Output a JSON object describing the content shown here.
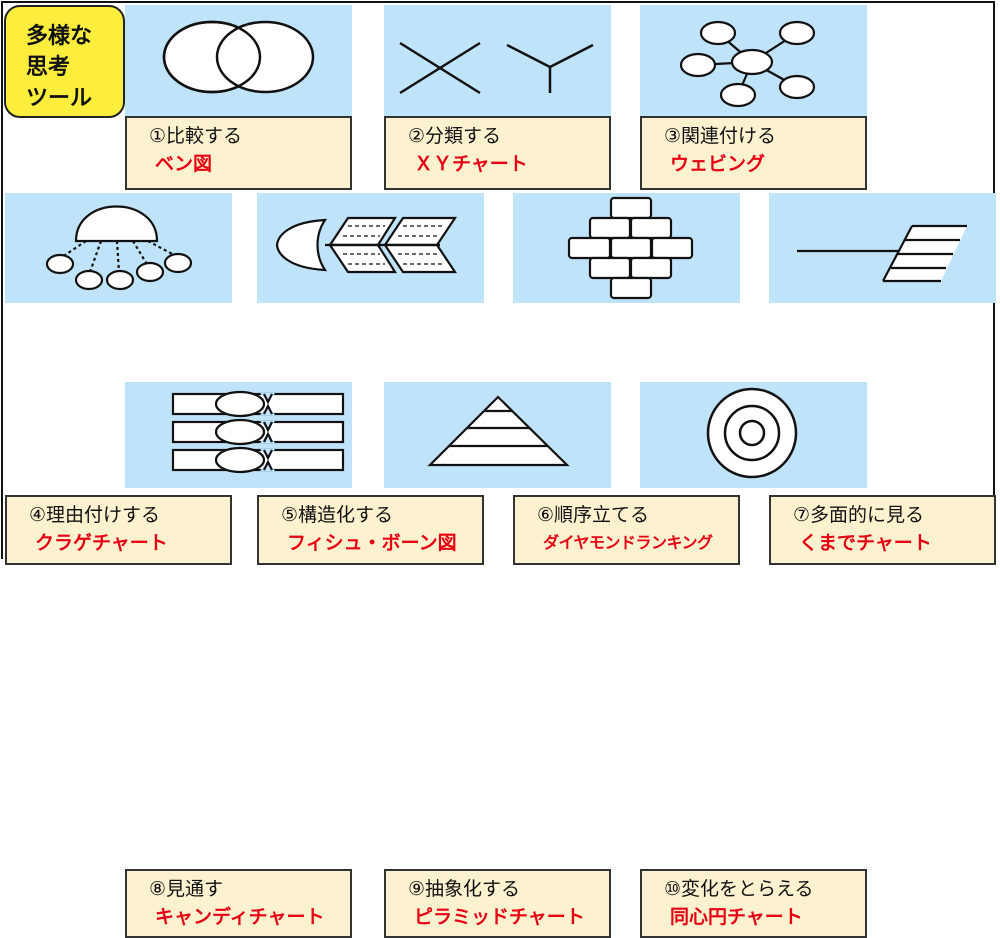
{
  "title": "多様な\n思考\nツール",
  "colors": {
    "accent_red": "#e60012",
    "panel_blue": "#bfe3f8",
    "label_beige": "#fdf2d0",
    "title_yellow": "#fdee3d"
  },
  "tools": [
    {
      "action": "①比較する",
      "name": "ベン図",
      "icon": "venn-diagram"
    },
    {
      "action": "②分類する",
      "name": "ＸＹチャート",
      "icon": "xy-chart"
    },
    {
      "action": "③関連付ける",
      "name": "ウェビング",
      "icon": "webbing"
    },
    {
      "action": "④理由付けする",
      "name": "クラゲチャート",
      "icon": "jellyfish-chart"
    },
    {
      "action": "⑤構造化する",
      "name": "フィシュ・ボーン図",
      "icon": "fishbone"
    },
    {
      "action": "⑥順序立てる",
      "name": "ダイヤモンドランキング",
      "icon": "diamond-ranking"
    },
    {
      "action": "⑦多面的に見る",
      "name": "くまでチャート",
      "icon": "rake-chart"
    },
    {
      "action": "⑧見通す",
      "name": "キャンディチャート",
      "icon": "candy-chart"
    },
    {
      "action": "⑨抽象化する",
      "name": "ピラミッドチャート",
      "icon": "pyramid-chart"
    },
    {
      "action": "⑩変化をとらえる",
      "name": "同心円チャート",
      "icon": "concentric-circles"
    }
  ]
}
